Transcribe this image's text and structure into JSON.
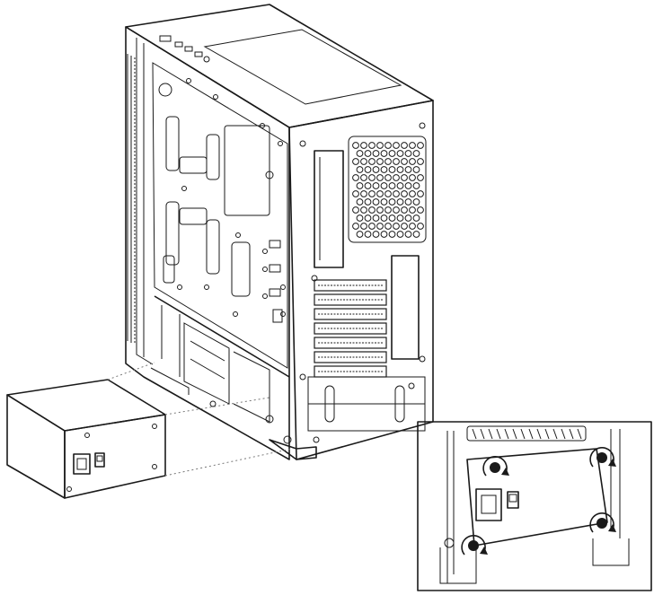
{
  "figure": {
    "subject": "psu-installation",
    "callout": "psu-screw-detail",
    "screw_count": 4,
    "colors": {
      "line": "#1a1a1a",
      "psu_fill": "#cfcfcf",
      "psu_top": "#e4e4e4",
      "detail_plate": "#bdbdbd",
      "background": "#ffffff"
    }
  }
}
